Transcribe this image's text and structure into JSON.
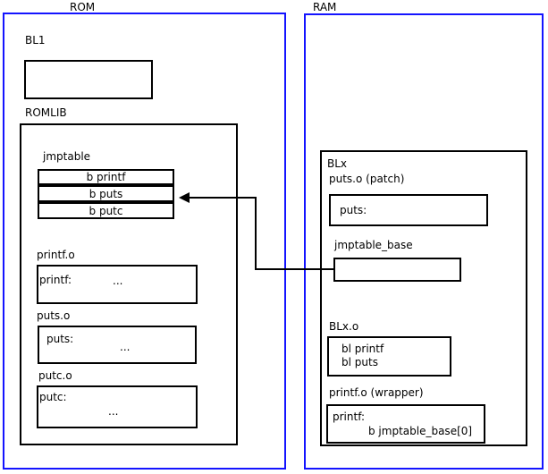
{
  "diagram": {
    "title": "ROM and RAM jump table patching diagram",
    "colors": {
      "region_border": "#1414ff",
      "box_border": "#000000",
      "background": "#ffffff",
      "text": "#000000"
    }
  },
  "rom": {
    "label": "ROM",
    "bl1": {
      "label": "BL1",
      "body": ""
    },
    "romlib": {
      "label": "ROMLIB",
      "jmptable": {
        "label": "jmptable",
        "entries": [
          {
            "text": "b printf"
          },
          {
            "text": "b puts"
          },
          {
            "text": "b putc"
          }
        ]
      },
      "objects": [
        {
          "label": "printf.o",
          "symbol": "printf:",
          "body": "..."
        },
        {
          "label": "puts.o",
          "symbol": "puts:",
          "body": "..."
        },
        {
          "label": "putc.o",
          "symbol": "putc:",
          "body": "..."
        }
      ]
    }
  },
  "ram": {
    "label": "RAM",
    "blx": {
      "label": "BLx",
      "puts_patch": {
        "label": "puts.o (patch)",
        "symbol": "puts:"
      },
      "jmptable_base": {
        "label": "jmptable_base",
        "body": ""
      },
      "blx_o": {
        "label": "BLx.o",
        "line1": "bl printf",
        "line2": "bl puts"
      },
      "printf_wrapper": {
        "label": "printf.o (wrapper)",
        "symbol": "printf:",
        "instruction": "b jmptable_base[0]"
      }
    }
  },
  "connector": {
    "name": "jmptable-base-to-b-puts-arrow",
    "description": "arrow from jmptable_base in RAM to the b puts entry of jmptable in ROM"
  }
}
